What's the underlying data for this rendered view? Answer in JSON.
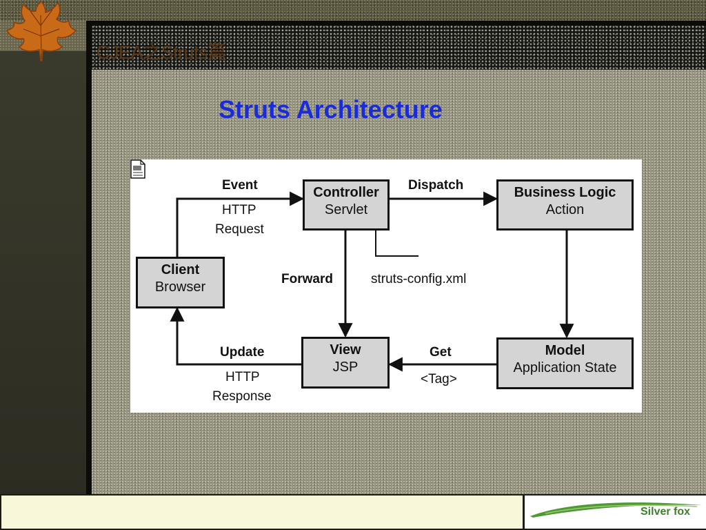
{
  "slide": {
    "header_title": "CJEA之Struts篇",
    "title": "Struts Architecture"
  },
  "diagram": {
    "nodes": {
      "controller": {
        "title": "Controller",
        "subtitle": "Servlet"
      },
      "business": {
        "title": "Business Logic",
        "subtitle": "Action"
      },
      "client": {
        "title": "Client",
        "subtitle": "Browser"
      },
      "view": {
        "title": "View",
        "subtitle": "JSP"
      },
      "model": {
        "title": "Model",
        "subtitle": "Application State"
      }
    },
    "edges": {
      "event": {
        "label": "Event",
        "sub1": "HTTP",
        "sub2": "Request"
      },
      "dispatch": {
        "label": "Dispatch"
      },
      "forward": {
        "label": "Forward"
      },
      "config": {
        "label": "struts-config.xml"
      },
      "update": {
        "label": "Update",
        "sub1": "HTTP",
        "sub2": "Response"
      },
      "get": {
        "label": "Get",
        "sub1": "<Tag>"
      }
    }
  },
  "footer": {
    "logo_text": "Silver fox"
  },
  "colors": {
    "title": "#1a2bd8",
    "header_title": "#5b3a18",
    "box_fill": "#d4d4d4",
    "logo": "#3d7f2a"
  }
}
